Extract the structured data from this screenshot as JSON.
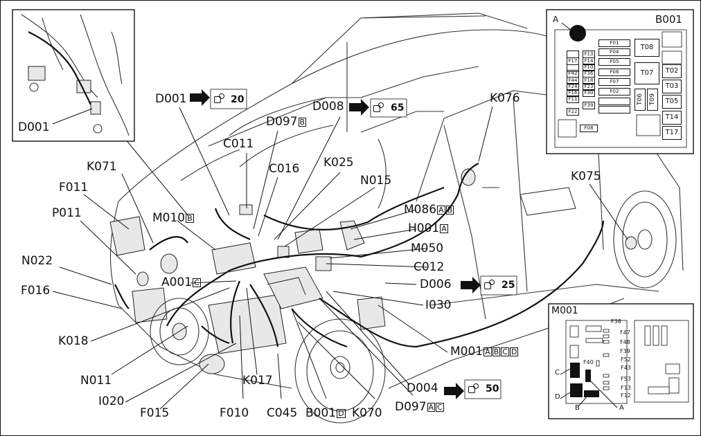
{
  "labels": {
    "d001_top": "D001",
    "d008": "D008",
    "d097b": "D097",
    "c011": "C011",
    "c016": "C016",
    "k025": "K025",
    "k071": "K071",
    "f011": "F011",
    "p011": "P011",
    "n015": "N015",
    "m010b": "M010",
    "n022": "N022",
    "f016": "F016",
    "a001c": "A001",
    "k018": "K018",
    "n011": "N011",
    "i020": "I020",
    "f015": "F015",
    "f010": "F010",
    "k017": "K017",
    "c045": "C045",
    "b001d": "B001",
    "k070": "K070",
    "d097ac": "D097",
    "d004": "D004",
    "m001abcd": "M001",
    "i030": "I030",
    "d006": "D006",
    "c012": "C012",
    "m050": "M050",
    "h001a": "H001",
    "m086ab": "M086",
    "k076": "K076",
    "k075": "K075",
    "d001_inset": "D001"
  },
  "suffixes": {
    "d097b": [
      "B"
    ],
    "m010b": [
      "B"
    ],
    "a001c": [
      "C"
    ],
    "b001d": [
      "D"
    ],
    "d097ac": [
      "A",
      "C"
    ],
    "m001abcd": [
      "A",
      "B",
      "C",
      "D"
    ],
    "h001a": [
      "A"
    ],
    "m086ab": [
      "A",
      "B"
    ]
  },
  "refs": {
    "d001": "20",
    "d008": "65",
    "d006": "25",
    "d004": "50"
  },
  "inset_b001": {
    "title": "B001",
    "marker": "A",
    "fuses_left": [
      "F17",
      "F42",
      "F44",
      "F24",
      "F16",
      "F11"
    ],
    "fuses_mid": [
      "F13",
      "F14",
      "F10",
      "F36",
      "F18",
      "F23",
      "F30"
    ],
    "fuses_right": [
      "F01",
      "F04",
      "F05",
      "F06",
      "F07",
      "F02"
    ],
    "relays": [
      "T08",
      "T07",
      "T02",
      "T03",
      "T05",
      "T14",
      "T17",
      "T06",
      "T09"
    ],
    "extra": [
      "F22",
      "F08",
      "F39"
    ]
  },
  "inset_m001": {
    "title": "M001",
    "fuses": [
      "F38",
      "F47",
      "F48",
      "F39",
      "F52",
      "F43",
      "F40",
      "F53",
      "F13",
      "F12"
    ],
    "letters": [
      "C",
      "D",
      "B",
      "A"
    ]
  }
}
